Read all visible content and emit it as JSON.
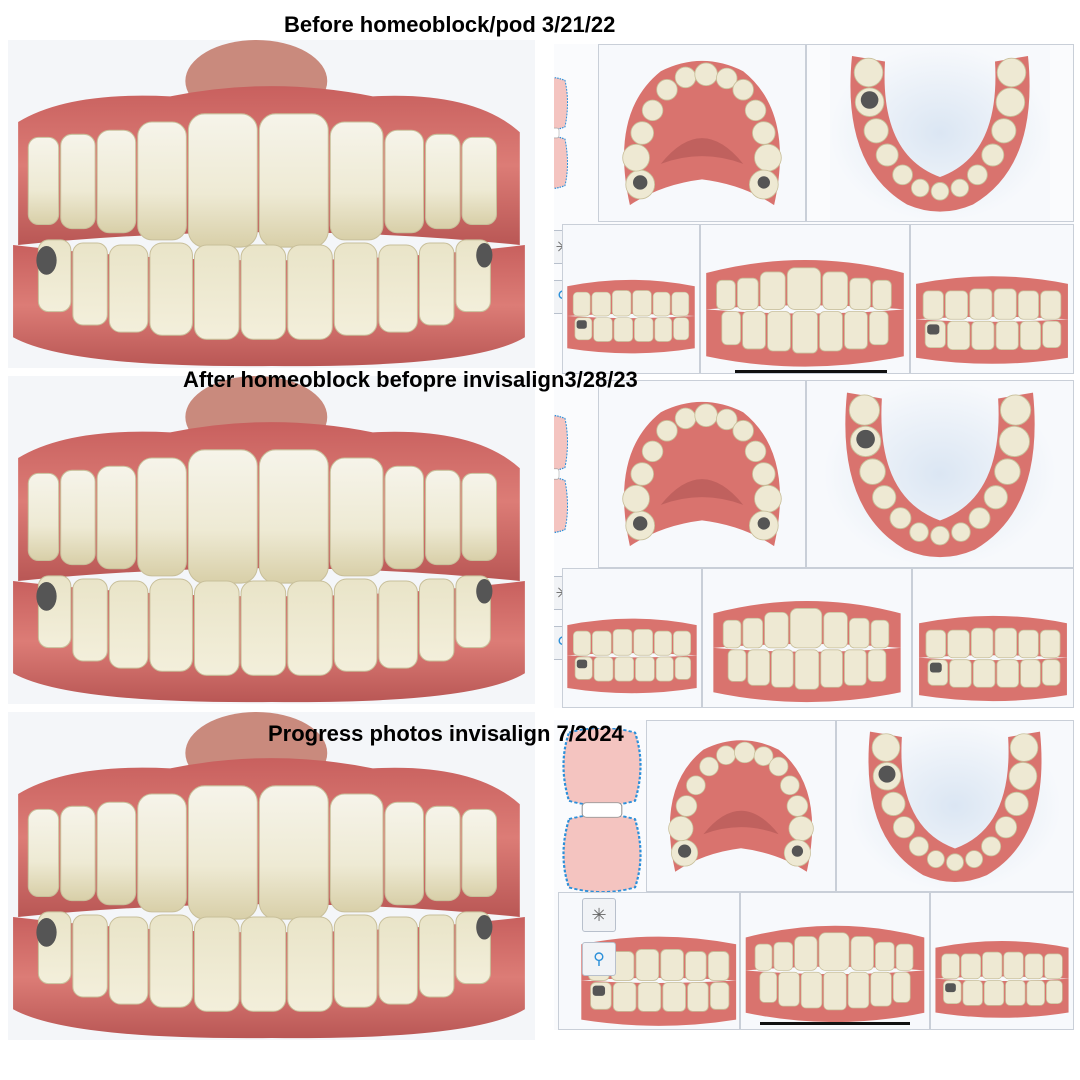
{
  "sections": [
    {
      "title": "Before homeoblock/pod 3/21/22"
    },
    {
      "title": "After homeoblock befopre invisalign3/28/23"
    },
    {
      "title": "Progress photos invisalign 7/2024"
    }
  ],
  "colors": {
    "gum": "#d9736e",
    "gum_dark": "#b85a58",
    "tongue": "#c98a7d",
    "tooth": "#f2eedc",
    "tooth_shadow": "#d9d2b5",
    "amalgam": "#5a5a5a",
    "ui_blue": "#2b8fd9",
    "diagram_pink": "#f4c4c0"
  },
  "tools": [
    "sparkle-icon",
    "tooth-search-icon"
  ]
}
